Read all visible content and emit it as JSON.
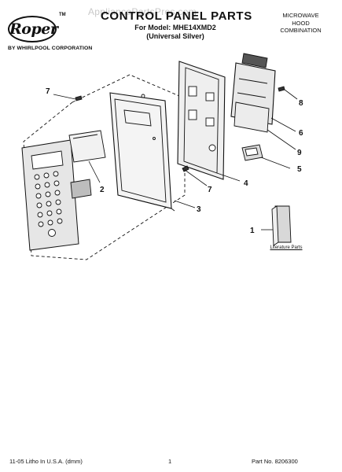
{
  "header": {
    "brand": "Roper",
    "trademark": "TM",
    "corporation": "BY WHIRLPOOL CORPORATION",
    "watermark": "AppliancePartsPros.com",
    "title": "CONTROL PANEL PARTS",
    "model_line": "For Model: MHE14XMD2",
    "finish": "(Universal Silver)",
    "product_lines": [
      "MICROWAVE",
      "HOOD",
      "COMBINATION"
    ]
  },
  "callouts": [
    "1",
    "2",
    "3",
    "4",
    "5",
    "6",
    "7",
    "7",
    "8",
    "9"
  ],
  "literature_label": "Literature Parts",
  "footer": {
    "left": "11-05 Litho In U.S.A. (dmm)",
    "page": "1",
    "part_no": "Part No. 8206300"
  }
}
